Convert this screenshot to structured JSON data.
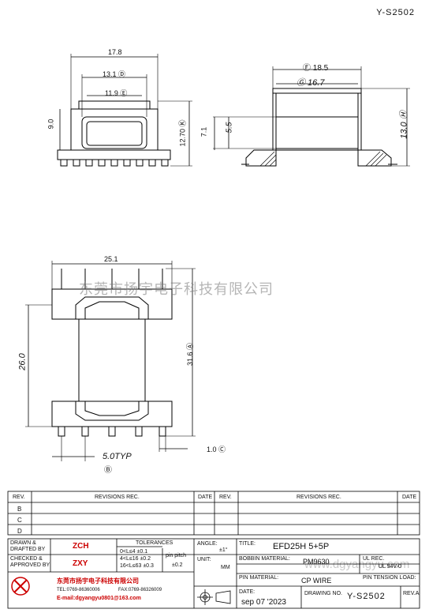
{
  "drawing_code_top": "Y-S2502",
  "watermark": "东莞市扬宇电子科技有限公司",
  "watermark2": "www.dgyangyu.com",
  "dims": {
    "top_width": "17.8",
    "top_d": "13.1 Ⓓ",
    "top_e": "11.9 Ⓔ",
    "top_h": "9.0",
    "top_k": "12.70 Ⓚ",
    "side_f": "Ⓕ 18.5",
    "side_g": "Ⓖ 16.7",
    "side_i": "5.5",
    "side_j": "7.1",
    "side_h": "13.0 Ⓗ",
    "front_w": "25.1",
    "front_h": "26.0",
    "front_a": "31.6 Ⓐ",
    "front_c": "1.0 Ⓒ",
    "front_pitch": "5.0TYP",
    "front_b": "Ⓑ"
  },
  "revisions": {
    "col_rev": "REV.",
    "col_rec": "REVISIONS  REC.",
    "col_date": "DATE",
    "rows": [
      "B",
      "C",
      "D"
    ]
  },
  "titleblock": {
    "drawn_label": "DRAWN &\nDRAFTED BY",
    "drawn_value": "ZCH",
    "checked_label": "CHECKED &\nAPPROVED BY",
    "checked_value": "ZXY",
    "tol_header": "TOLERANCES",
    "tol_rows": [
      "0<L≤4   ±0.1",
      "4<L≤16  ±0.2",
      "16<L≤63 ±0.3"
    ],
    "pin_pitch_label": "pin pitch",
    "pin_pitch_value": "±0.2",
    "angle_label": "ANGLE:",
    "angle_value": "±1°",
    "unit_label": "UNIT:",
    "unit_value": "MM",
    "title_label": "TITLE:",
    "title_value": "EFD25H 5+5P",
    "bobbin_label": "BOBBIN MATERIAL:",
    "bobbin_value": "PM9630",
    "ul_label": "UL REC.",
    "ul_value": "UL 94V-0",
    "pin_mat_label": "PIN MATERIAL:",
    "pin_mat_value": "CP WIRE",
    "pin_tension_label": "PIN TENSION LOAD:",
    "date_label": "DATE:",
    "date_value": "sep 07 '2023",
    "drawing_no_label": "DRAWING NO.",
    "drawing_no_value": "Y-S2502",
    "rev_label": "REV.A",
    "company": "东莞市扬宇电子科技有限公司",
    "tel": "TEL:0769-86360006",
    "fax": "FAX:0769-86326009",
    "email": "E-mail:dgyangyu0801@163.com"
  }
}
